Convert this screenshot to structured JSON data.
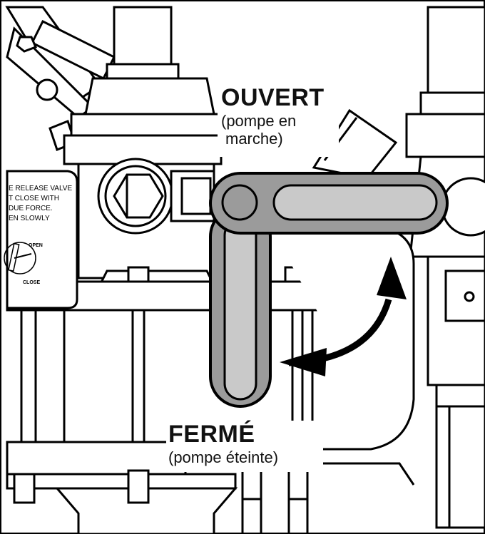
{
  "open_callout": {
    "title": "OUVERT",
    "subtitle_line1": "(pompe en",
    "subtitle_line2": "marche)"
  },
  "closed_callout": {
    "title": "FERMÉ",
    "subtitle": "(pompe éteinte)"
  },
  "valve_tag": {
    "line1": "E RELEASE VALVE",
    "line2": "T CLOSE WITH",
    "line3": "DUE FORCE.",
    "line4": "EN SLOWLY",
    "dial_open": "OPEN",
    "dial_close": "CLOSE"
  },
  "colors": {
    "handle_fill": "#9b9b9b",
    "handle_inner": "#c9c9c9",
    "outline": "#000000",
    "arrow": "#000000"
  }
}
